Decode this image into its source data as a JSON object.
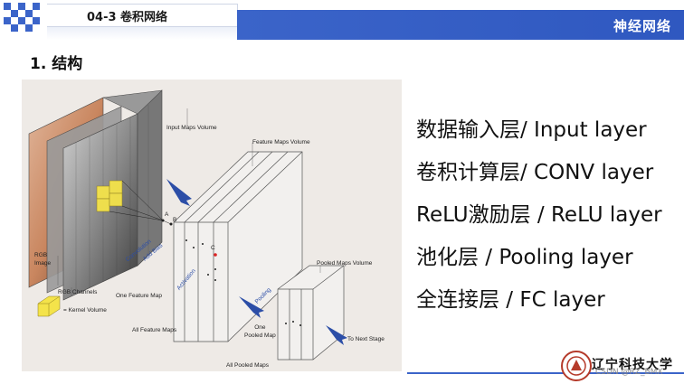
{
  "header": {
    "section_code": "04-3 卷积网络",
    "course_title": "神经网络"
  },
  "slide": {
    "heading": "1. 结构"
  },
  "figure_labels": {
    "input_maps_volume": "Input Maps Volume",
    "feature_maps_volume": "Feature Maps Volume",
    "pooled_maps_volume": "Pooled Maps Volume",
    "rgb_image": "RGB\nImage",
    "rgb_channels": "RGB Channels",
    "kernel_volume": "= Kernel Volume",
    "convolution": "Convolution",
    "add_bias": "Add Bias",
    "activation": "Activation",
    "pooling": "Pooling",
    "one_feature_map": "One Feature Map",
    "all_feature_maps": "All Feature Maps",
    "one_pooled_map": "One\nPooled Map",
    "to_next_stage": "To Next Stage",
    "all_pooled_maps": "All Pooled Maps",
    "point_a": "A",
    "point_b": "B",
    "point_c": "C"
  },
  "layers": [
    "数据输入层/ Input layer",
    "卷积计算层/ CONV layer",
    "ReLU激励层 / ReLU layer",
    "池化层 / Pooling layer",
    "全连接层 / FC layer"
  ],
  "footer": {
    "university": "辽宁科技大学",
    "watermark": "CSDN @RZ_BMX"
  },
  "colors": {
    "accent_blue": "#3b64c9",
    "arrow_blue": "#2c4ea7",
    "kernel_yellow": "#f4e34a"
  }
}
